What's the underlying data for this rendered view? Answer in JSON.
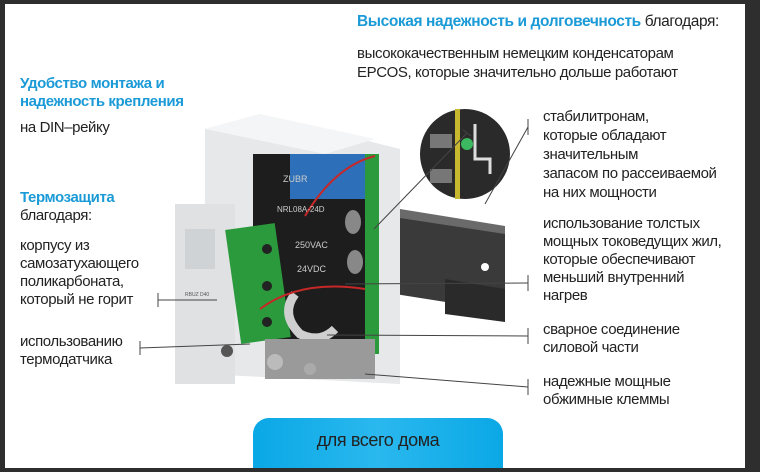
{
  "top": {
    "heading_blue": "Высокая надежность и долговечность",
    "heading_rest": " благодаря:",
    "epcos_line1": "высококачественным немецким  конденсаторам",
    "epcos_line2": "EPCOS, которые значительно дольше работают"
  },
  "left": {
    "mount_title1": "Удобство монтажа и",
    "mount_title2": "надежность крепления",
    "mount_text": "на DIN–рейку",
    "thermo_title": "Термозащита",
    "thermo_sub": "благодаря:",
    "case_lines": [
      "корпусу из",
      "самозатухающего",
      "поликарбоната,",
      "который не горит"
    ],
    "sensor_lines": [
      "использованию",
      "термодатчика"
    ]
  },
  "right": {
    "zener_lines": [
      "стабилитронам,",
      "которые обладают",
      "значительным",
      "запасом по рассеиваемой",
      "на них мощности"
    ],
    "wires_lines": [
      "использование толстых",
      "мощных токоведущих жил,",
      "которые обеспечивают",
      "меньший внутренний",
      "нагрев"
    ],
    "weld_lines": [
      "сварное соединение",
      "силовой части"
    ],
    "clamp_lines": [
      "надежные мощные",
      "обжимные клеммы"
    ]
  },
  "device": {
    "relay_brand": "ZUBR",
    "relay_model": "NRL08A-24D",
    "relay_rating1": "250VAC",
    "relay_rating2": "24VDC",
    "label": "RBUZ D40"
  },
  "cta": {
    "label": "для всего дома"
  }
}
